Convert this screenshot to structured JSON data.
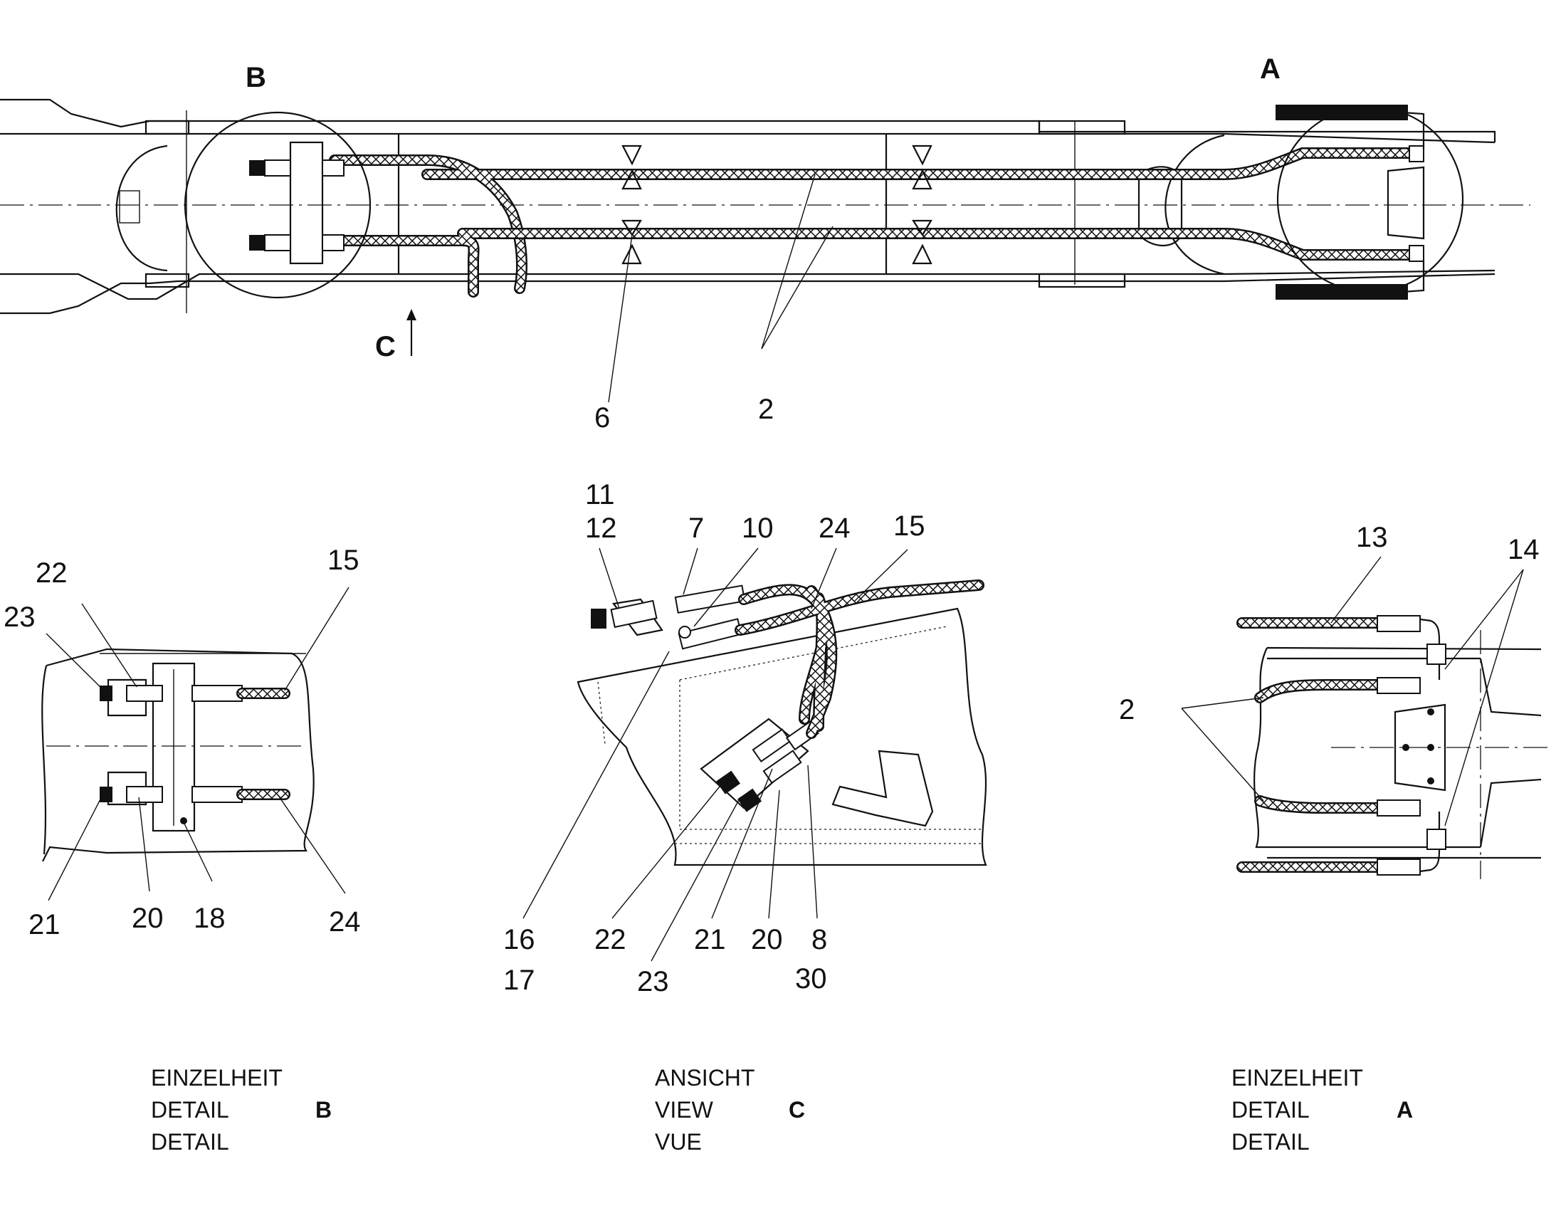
{
  "detail_markers": {
    "a": "A",
    "b": "B",
    "c": "C"
  },
  "main_view": {
    "callouts": [
      "6",
      "2"
    ]
  },
  "detail_b": {
    "callouts": [
      "22",
      "23",
      "15",
      "21",
      "20",
      "18",
      "24"
    ],
    "caption": [
      "EINZELHEIT",
      "DETAIL",
      "DETAIL"
    ],
    "caption_letter": "B"
  },
  "view_c": {
    "callouts": [
      "11",
      "12",
      "7",
      "10",
      "24",
      "15",
      "16",
      "17",
      "22",
      "23",
      "21",
      "20",
      "8",
      "30"
    ],
    "caption": [
      "ANSICHT",
      "VIEW",
      "VUE"
    ],
    "caption_letter": "C"
  },
  "detail_a": {
    "callouts": [
      "13",
      "14",
      "2"
    ],
    "caption": [
      "EINZELHEIT",
      "DETAIL",
      "DETAIL"
    ],
    "caption_letter": "A"
  }
}
